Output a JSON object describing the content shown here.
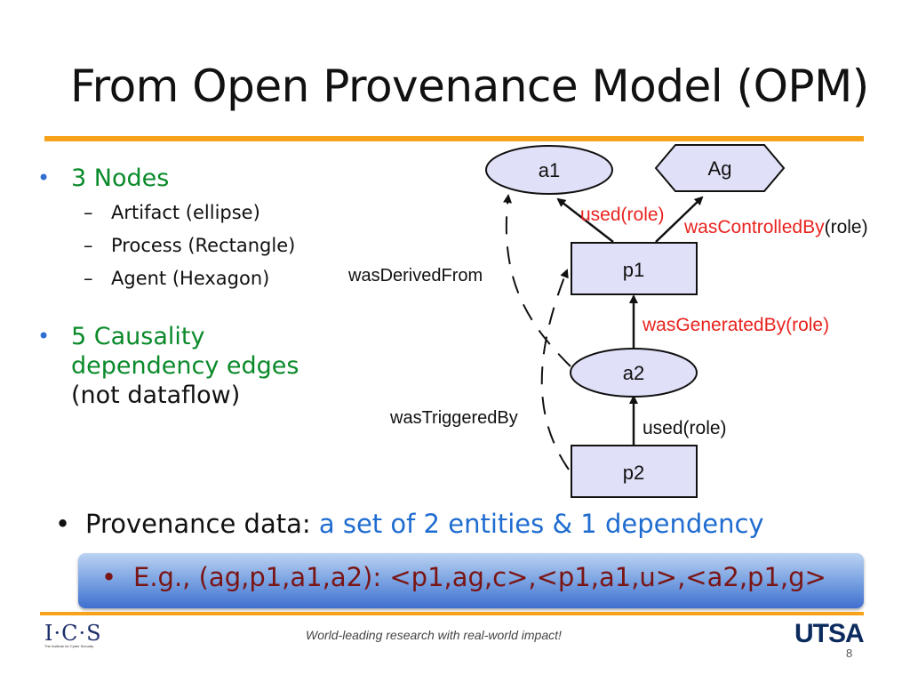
{
  "title": "From Open Provenance Model (OPM)",
  "bullets": {
    "nodes": {
      "label": "3 Nodes",
      "items": [
        "Artifact (ellipse)",
        "Process (Rectangle)",
        "Agent (Hexagon)"
      ]
    },
    "edges": {
      "line1": "5 Causality",
      "line2": "dependency edges",
      "line3": "(not dataflow)"
    }
  },
  "diagram": {
    "nodes": {
      "a1": "a1",
      "ag": "Ag",
      "p1": "p1",
      "a2": "a2",
      "p2": "p2"
    },
    "edges": {
      "used_role_1": "used(role)",
      "was_controlled_by": "wasControlledBy",
      "was_controlled_by_role": "(role)",
      "was_generated_by": "wasGeneratedBy(role)",
      "used_role_2": "used(role)",
      "was_derived_from": "wasDerivedFrom",
      "was_triggered_by": "wasTriggeredBy"
    },
    "colors": {
      "node_fill": "#e0e0f8",
      "edge_label_red": "#e8231f"
    }
  },
  "provenance": {
    "label": "Provenance data:",
    "value": "a set of 2 entities & 1 dependency",
    "example": "E.g., (ag,p1,a1,a2): <p1,ag,c>,<p1,a1,u>,<a2,p1,g>"
  },
  "footer": {
    "tagline": "World-leading research with real-world impact!",
    "ics_logo": "I·C·S",
    "ics_tagline": "The Institute for Cyber Security",
    "utsa_logo": "UTSA",
    "page_number": "8"
  },
  "colors": {
    "accent_orange": "#f7a21b",
    "bullet_green": "#0a8a2a",
    "highlight_blue": "#1f6cd0"
  }
}
